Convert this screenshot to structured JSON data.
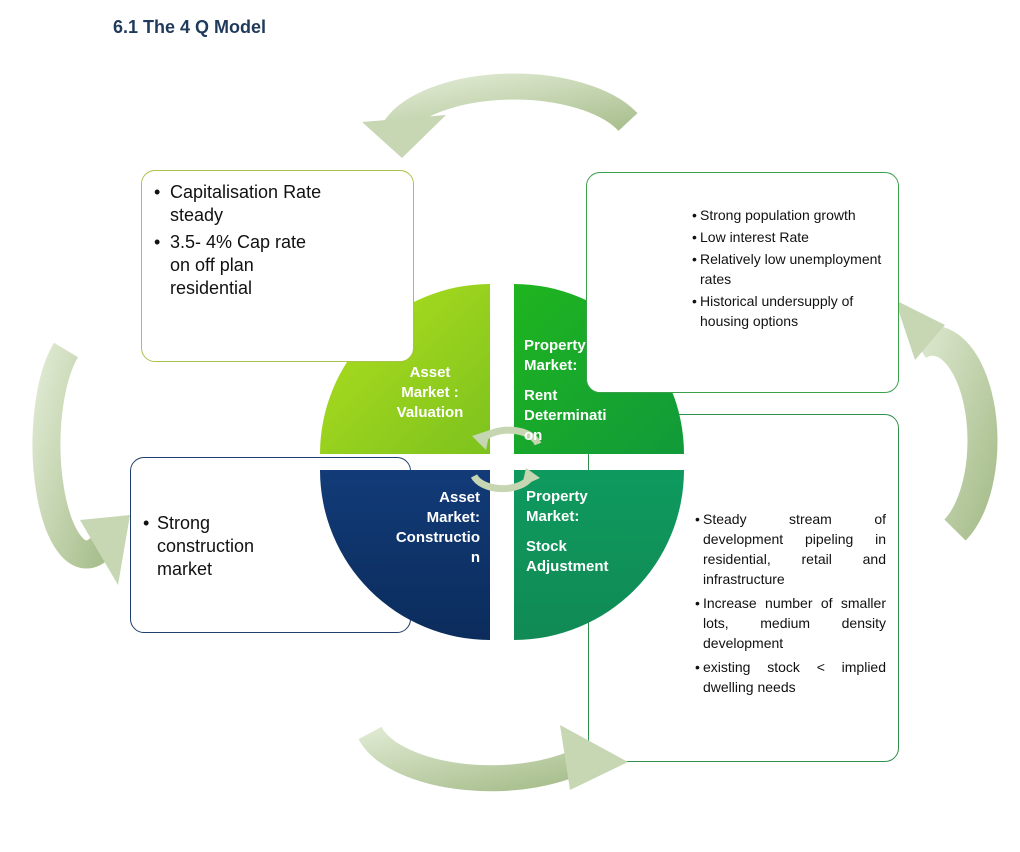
{
  "section_title": "6.1 The 4 Q Model",
  "colors": {
    "asset_valuation": "#7dc21e",
    "rent_determination": "#119a3a",
    "asset_construction": "#0b2c5c",
    "stock_adjustment": "#118a55",
    "arrow": "#c6d6b2",
    "box_tl_border": "#a9c24a",
    "box_tr_border": "#3aa04a",
    "box_bl_border": "#1f3f6a",
    "box_br_border": "#2f8f4a"
  },
  "quadrants": {
    "asset_valuation": {
      "line1": "Asset",
      "line2": "Market :",
      "line3": "Valuation"
    },
    "rent_determination": {
      "line1": "Property",
      "line2": "Market:",
      "line3": "Rent",
      "line4": "Determinati",
      "line5": "on"
    },
    "asset_construction": {
      "line1": "Asset",
      "line2": "Market:",
      "line3": "Constructio",
      "line4": "n"
    },
    "stock_adjustment": {
      "line1": "Property",
      "line2": "Market:",
      "line3": "Stock",
      "line4": "Adjustment"
    }
  },
  "boxes": {
    "valuation_notes": [
      "Capitalisation Rate steady",
      "3.5- 4% Cap rate on off plan residential"
    ],
    "rent_notes": [
      "Strong population growth",
      "Low interest Rate",
      "Relatively low unemployment rates",
      "Historical undersupply of housing options"
    ],
    "construction_notes": [
      "Strong construction market"
    ],
    "stock_notes": [
      "Steady stream of development pipeling in residential, retail and infrastructure",
      "Increase number of smaller lots, medium density development",
      "existing stock < implied dwelling needs"
    ]
  },
  "bullet": "•"
}
